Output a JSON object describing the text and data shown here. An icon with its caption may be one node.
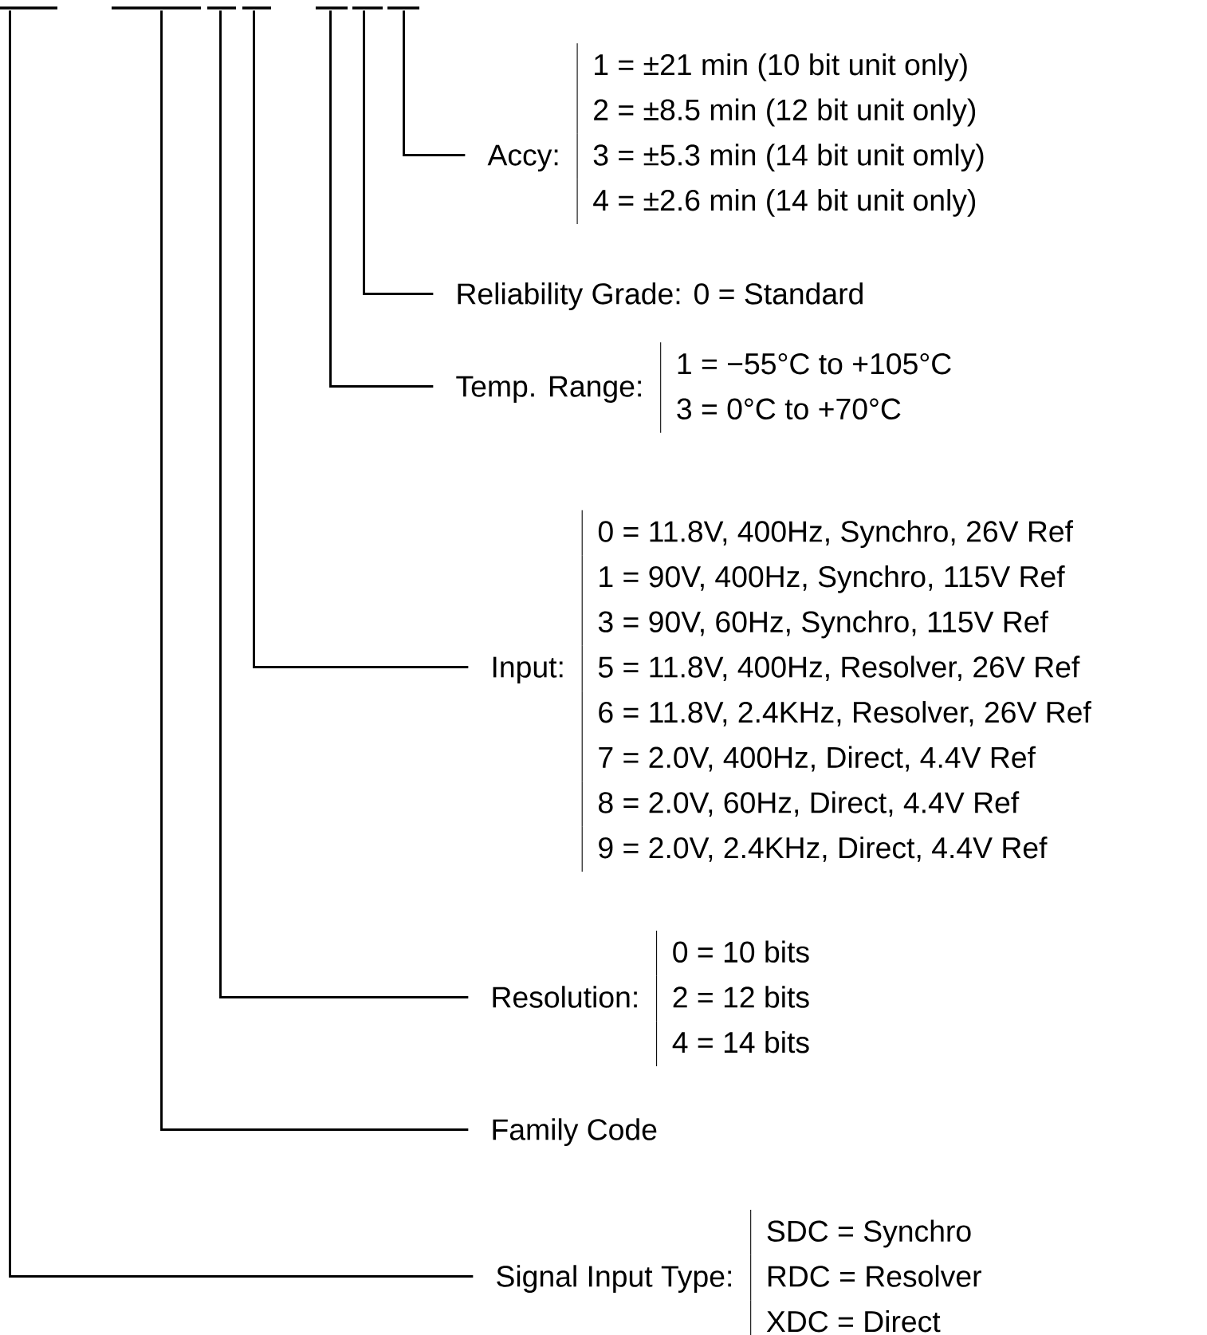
{
  "diagram": {
    "nodes": [
      {
        "text": [],
        "shape": "bar"
      },
      {
        "text": [],
        "shape": "bar"
      },
      {
        "text": [],
        "shape": "bar"
      },
      {
        "text": [],
        "shape": "bar"
      },
      {
        "text": [],
        "shape": "bar"
      },
      {
        "text": [],
        "shape": "bar"
      },
      {
        "text": [],
        "shape": "bar"
      },
      {
        "text": [
          "Accy:",
          "1 = ±21 min (10 bit unit only)",
          "2 = ±8.5 min (12 bit unit only)",
          "3 = ±5.3 min (14 bit unit omly)",
          "4 = ±2.6 min (14 bit unit only)"
        ]
      },
      {
        "text": [
          "Reliability Grade:",
          "0 = Standard"
        ]
      },
      {
        "text": [
          "Temp. Range:",
          "1 = −55°C to +105°C",
          "3 = 0°C to +70°C"
        ]
      },
      {
        "text": [
          "Input:",
          "0 = 11.8V, 400Hz, Synchro, 26V Ref",
          "1 = 90V, 400Hz, Synchro, 115V Ref",
          "3 = 90V, 60Hz, Synchro, 115V Ref",
          "5 = 11.8V, 400Hz, Resolver, 26V Ref",
          "6 = 11.8V, 2.4KHz, Resolver, 26V Ref",
          "7 = 2.0V, 400Hz, Direct, 4.4V Ref",
          "8 = 2.0V, 60Hz, Direct, 4.4V Ref",
          "9 = 2.0V, 2.4KHz, Direct, 4.4V Ref"
        ]
      },
      {
        "text": [
          "Resolution:",
          "0 = 10 bits",
          "2 = 12 bits",
          "4 = 14 bits"
        ]
      },
      {
        "text": [
          "Family Code"
        ]
      },
      {
        "text": [
          "Signal Input Type:",
          "SDC = Synchro",
          "RDC = Resolver",
          "XDC = Direct"
        ]
      }
    ],
    "edges": [
      {
        "from": 6,
        "to": 7,
        "arrow": "none"
      },
      {
        "from": 5,
        "to": 8,
        "arrow": "none"
      },
      {
        "from": 4,
        "to": 9,
        "arrow": "none"
      },
      {
        "from": 3,
        "to": 10,
        "arrow": "none"
      },
      {
        "from": 2,
        "to": 11,
        "arrow": "none"
      },
      {
        "from": 1,
        "to": 12,
        "arrow": "none"
      },
      {
        "from": 0,
        "to": 13,
        "arrow": "none"
      }
    ]
  }
}
